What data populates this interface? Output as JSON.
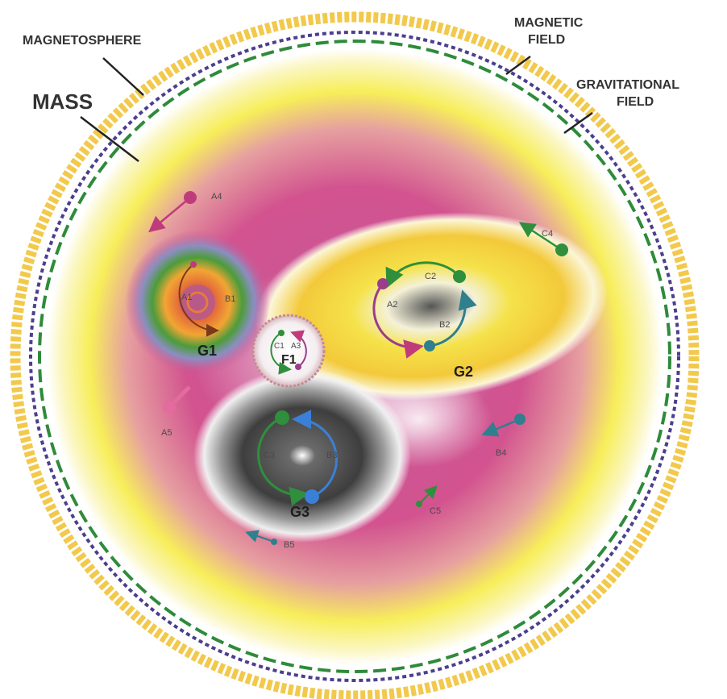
{
  "labels": {
    "magnetosphere": "MAGNETOSPHERE",
    "mass": "MASS",
    "magnetic_field_line1": "MAGNETIC",
    "magnetic_field_line2": "FIELD",
    "gravitational_field_line1": "GRAVITATIONAL",
    "gravitational_field_line2": "FIELD"
  },
  "regions": {
    "g1": "G1",
    "g2": "G2",
    "g3": "G3",
    "f1": "F1"
  },
  "particles": {
    "a1": "A1",
    "a2": "A2",
    "a3": "A3",
    "a4": "A4",
    "a5": "A5",
    "b1": "B1",
    "b2": "B2",
    "b3": "B3",
    "b4": "B4",
    "b5": "B5",
    "c1": "C1",
    "c2": "C2",
    "c3": "C3",
    "c4": "C4",
    "c5": "C5"
  },
  "colors": {
    "magnetosphere_ring": "#f2c94c",
    "magnetic_field": "#4b3f8f",
    "gravitational_field": "#2e8b3a",
    "mass_magenta": "#d2538f",
    "mass_yellow": "#f7ee5a",
    "a_series": "#c03b7c",
    "b_series": "#2f7f8f",
    "c_series": "#2f8f3c",
    "g3_blue": "#3b7fd6"
  }
}
